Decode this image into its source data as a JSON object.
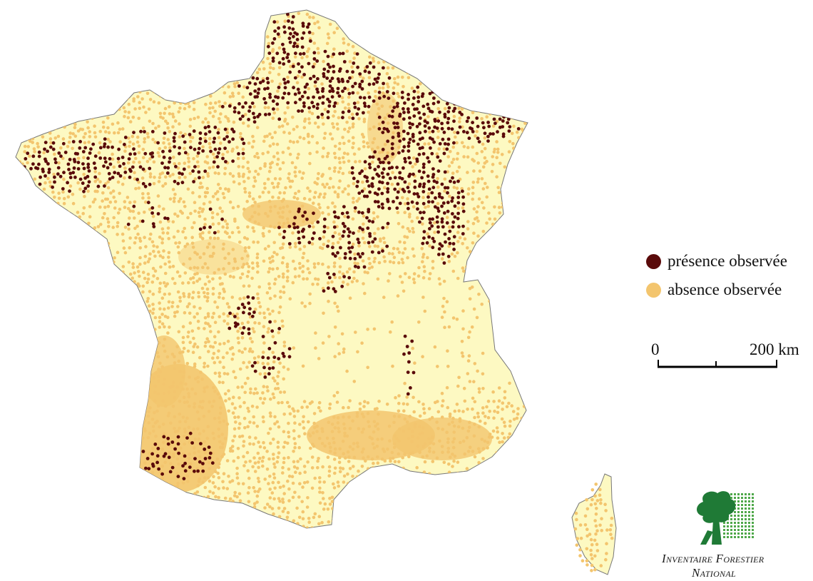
{
  "legend": {
    "presence": {
      "label": "présence observée",
      "color": "#5a0a0a"
    },
    "absence": {
      "label": "absence observée",
      "color": "#f3c56e"
    }
  },
  "scale": {
    "start_label": "0",
    "end_label": "200 km"
  },
  "logo": {
    "line1": "Inventaire Forestier",
    "line2": "National"
  },
  "colors": {
    "land_base": "#fdf9c2",
    "absence_dense": "#f3c56e",
    "presence": "#5a0a0a",
    "coast": "#777777",
    "logo_green": "#1f7a36",
    "logo_light_green": "#7cc35a"
  }
}
